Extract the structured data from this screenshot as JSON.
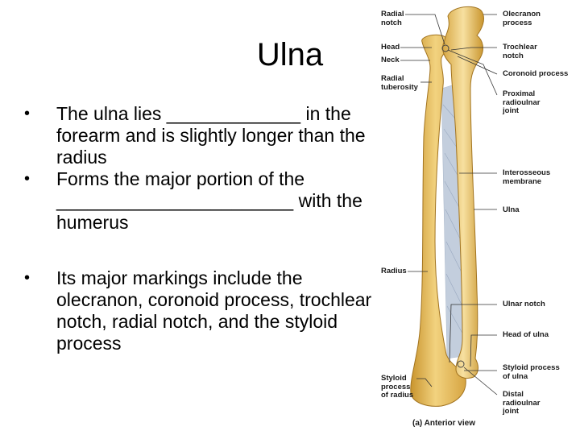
{
  "slide": {
    "title": "Ulna",
    "bullets": [
      "The ulna lies _____________ in the forearm and is slightly longer than the radius",
      "Forms the major portion of the _______________________ with the humerus",
      "Its major markings include the olecranon, coronoid process, trochlear notch, radial notch, and the styloid process"
    ],
    "bullet_glyph": "•"
  },
  "figure": {
    "labels": {
      "radial_notch": "Radial notch",
      "head": "Head",
      "neck": "Neck",
      "radial_tuberosity": "Radial tuberosity",
      "radius": "Radius",
      "styloid_radius": "Styloid process of radius",
      "olecranon": "Olecranon process",
      "trochlear_notch": "Trochlear notch",
      "coronoid": "Coronoid process",
      "proximal_joint": "Proximal radioulnar joint",
      "interosseous": "Interosseous membrane",
      "ulna": "Ulna",
      "ulnar_notch": "Ulnar notch",
      "head_of_ulna": "Head of ulna",
      "styloid_ulna": "Styloid process of ulna",
      "distal_joint": "Distal radioulnar joint"
    },
    "caption": "(a) Anterior view",
    "colors": {
      "bone": "#e8bf58",
      "bone_light": "#f7e0a0",
      "bone_shadow": "#c9952e",
      "membrane": "#b9c6d8",
      "line": "#333333"
    }
  }
}
